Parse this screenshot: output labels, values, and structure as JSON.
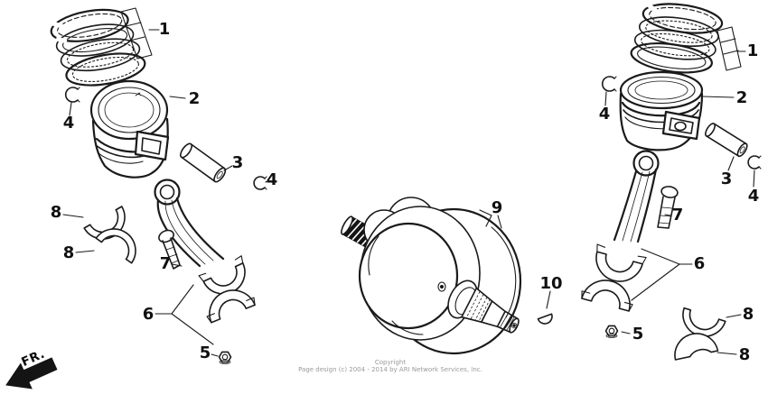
{
  "page": {
    "fr_label": "FR.",
    "copyright_line1": "Copyright",
    "copyright_line2": "Page design (c) 2004 - 2014 by ARI Network Services, Inc.",
    "background_color": "#ffffff",
    "line_color": "#1a1a1a",
    "copyright_color": "#9a9a9a"
  },
  "callouts": [
    {
      "label": "1",
      "name": "piston-ring-set-left"
    },
    {
      "label": "2",
      "name": "piston-left"
    },
    {
      "label": "3",
      "name": "piston-pin-left"
    },
    {
      "label": "4",
      "name": "pin-clip-left-upper"
    },
    {
      "label": "4",
      "name": "pin-clip-left-lower"
    },
    {
      "label": "8",
      "name": "rod-bearing-left-upper"
    },
    {
      "label": "8",
      "name": "rod-bearing-left-lower"
    },
    {
      "label": "7",
      "name": "rod-bolt-left"
    },
    {
      "label": "6",
      "name": "connecting-rod-left"
    },
    {
      "label": "5",
      "name": "rod-nut-left"
    },
    {
      "label": "9",
      "name": "crankshaft"
    },
    {
      "label": "10",
      "name": "woodruff-key"
    },
    {
      "label": "1",
      "name": "piston-ring-set-right"
    },
    {
      "label": "2",
      "name": "piston-right"
    },
    {
      "label": "4",
      "name": "pin-clip-right-upper"
    },
    {
      "label": "3",
      "name": "piston-pin-right"
    },
    {
      "label": "4",
      "name": "pin-clip-right-lower"
    },
    {
      "label": "7",
      "name": "rod-bolt-right"
    },
    {
      "label": "6",
      "name": "connecting-rod-right"
    },
    {
      "label": "5",
      "name": "rod-nut-right"
    },
    {
      "label": "8",
      "name": "rod-bearing-right-upper"
    },
    {
      "label": "8",
      "name": "rod-bearing-right-lower"
    }
  ]
}
